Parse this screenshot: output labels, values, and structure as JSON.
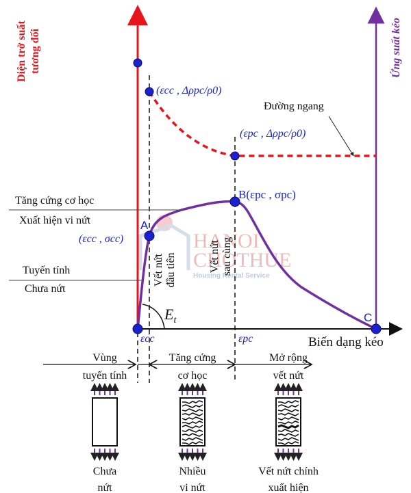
{
  "axes": {
    "left_label": "Diện trở suất tương đối",
    "left_label_lines": [
      "Diện trở suất",
      "tương đối"
    ],
    "right_label": "Ứng suất kéo",
    "x_label": "Biến dạng kéo",
    "left_color": "#e8141b",
    "right_color": "#7030a0"
  },
  "points": {
    "cc_resist": "(εcc , Δρpc/ρ0)",
    "pc_resist": "(εpc , Δρpc/ρ0)",
    "A": "A",
    "A_coord": "(εcc , σcc)",
    "B": "B(εpc , σpc)",
    "C": "C",
    "eps_cc": "εcc",
    "eps_pc": "εpc",
    "Et": "Et"
  },
  "annotations": {
    "horizontal": "Đường ngang",
    "hardening": "Tăng cứng cơ học",
    "microcrack": "Xuất hiện vi nứt",
    "linear": "Tuyến tính",
    "uncracked": "Chưa nứt",
    "first_crack": [
      "Vết nứt",
      "đầu tiên"
    ],
    "last_crack": [
      "Vết nứt",
      "sau cùng"
    ]
  },
  "phases": [
    {
      "label": [
        "Vùng",
        "tuyến tính"
      ],
      "caption": [
        "Chưa",
        "nứt"
      ]
    },
    {
      "label": [
        "Tăng cứng",
        "cơ học"
      ],
      "caption": [
        "Nhiều",
        "vi nứt"
      ]
    },
    {
      "label": [
        "Mở rộng",
        "vết nứt"
      ],
      "caption": [
        "Vết nứt chính",
        "xuất hiện"
      ]
    }
  ],
  "watermark": {
    "line1": "HANOI",
    "line2": "CHOTHUE",
    "line3": "Housing Rental Service"
  }
}
